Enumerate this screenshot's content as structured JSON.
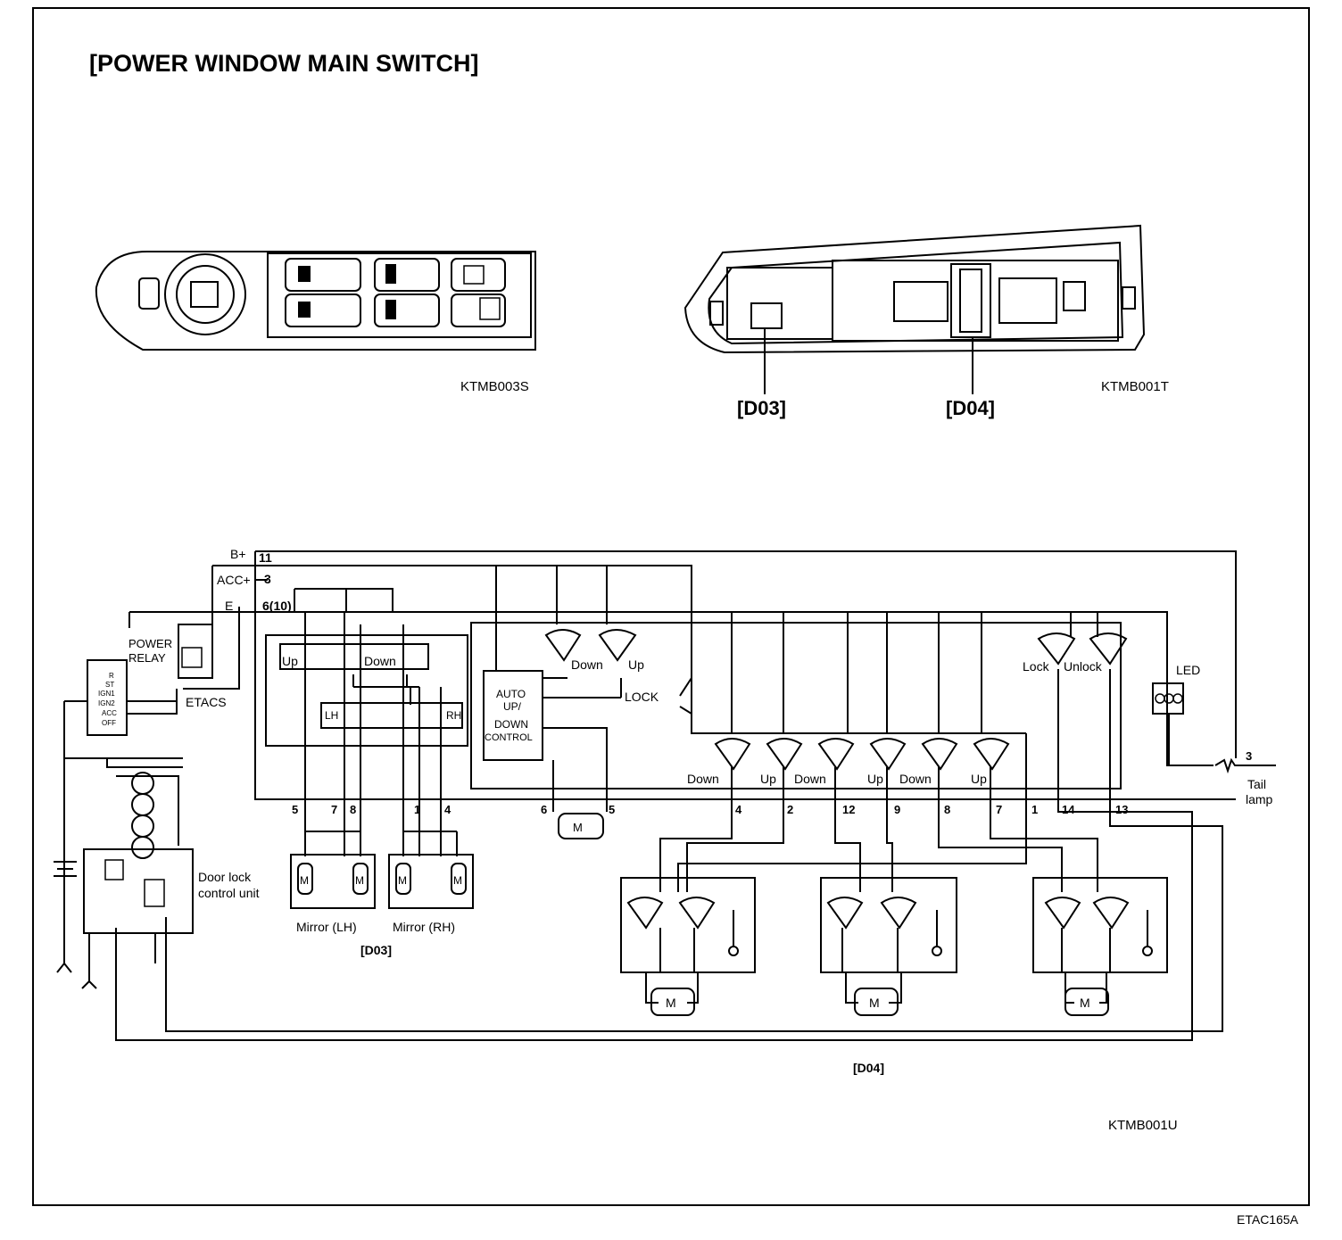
{
  "title": "[POWER WINDOW MAIN SWITCH]",
  "figures": {
    "switch_front_code": "KTMB003S",
    "switch_back_code": "KTMB001T",
    "circuit_code": "KTMB001U",
    "page_code": "ETAC165A"
  },
  "connectors": {
    "d03": "[D03]",
    "d04": "[D04]"
  },
  "labels": {
    "b_plus": "B+",
    "acc_plus": "ACC+",
    "e": "E",
    "pin_11": "11",
    "pin_3": "3",
    "pin_6_10": "6(10)",
    "power_relay_1": "POWER",
    "power_relay_2": "RELAY",
    "ign_r": "R",
    "ign_st": "ST",
    "ign_ign1": "IGN1",
    "ign_ign2": "IGN2",
    "ign_acc": "ACC",
    "ign_off": "OFF",
    "etacs": "ETACS",
    "mirror_up": "Up",
    "mirror_down": "Down",
    "mirror_lh_sel": "LH",
    "mirror_rh_sel": "RH",
    "auto_1": "AUTO",
    "auto_2": "UP/",
    "auto_3": "DOWN",
    "auto_4": "CONTROL",
    "drv_down": "Down",
    "drv_up": "Up",
    "lock_sw": "LOCK",
    "lock": "Lock",
    "unlock": "Unlock",
    "led": "LED",
    "tail_pin": "3",
    "tail_1": "Tail",
    "tail_2": "lamp",
    "door_lock_1": "Door lock",
    "door_lock_2": "control unit",
    "mirror_lh": "Mirror (LH)",
    "mirror_rh": "Mirror (RH)",
    "motor": "M",
    "p_down_1": "Down",
    "p_up_1": "Up",
    "p_down_2": "Down",
    "p_up_2": "Up",
    "p_down_3": "Down",
    "p_up_3": "Up",
    "d03_pins": [
      "5",
      "7",
      "8",
      "1",
      "4"
    ],
    "d04_pins": [
      "6",
      "5",
      "4",
      "2",
      "12",
      "9",
      "8",
      "7",
      "1",
      "14",
      "13"
    ]
  }
}
